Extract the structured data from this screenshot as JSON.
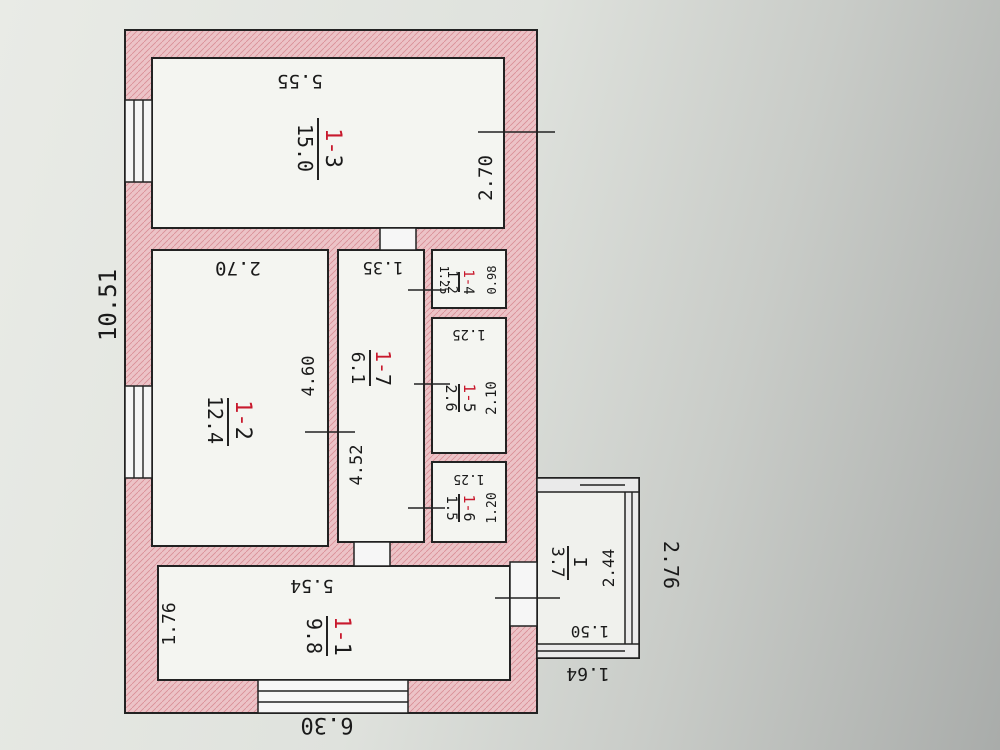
{
  "overall": {
    "length": "10.51",
    "width": "6.30"
  },
  "rooms": [
    {
      "id": "1-1",
      "number_prefix": "1-",
      "number_suffix": "1",
      "area": "9.8",
      "dims": [
        "5.54",
        "1.76"
      ]
    },
    {
      "id": "1-2",
      "number_prefix": "1-",
      "number_suffix": "2",
      "area": "12.4",
      "dims": [
        "4.60",
        "2.70"
      ]
    },
    {
      "id": "1-3",
      "number_prefix": "1-",
      "number_suffix": "3",
      "area": "15.0",
      "dims": [
        "5.55",
        "2.70"
      ]
    },
    {
      "id": "1-4",
      "number_prefix": "1-",
      "number_suffix": "4",
      "area": "1.2",
      "dims": [
        "1.25",
        "0.98"
      ]
    },
    {
      "id": "1-5",
      "number_prefix": "1-",
      "number_suffix": "5",
      "area": "2.6",
      "dims": [
        "1.25",
        "2.10"
      ]
    },
    {
      "id": "1-6",
      "number_prefix": "1-",
      "number_suffix": "6",
      "area": "1.5",
      "dims": [
        "1.25",
        "1.20"
      ]
    },
    {
      "id": "1-7",
      "number_prefix": "1-",
      "number_suffix": "7",
      "area": "6.1",
      "dims": [
        "4.52",
        "1.35"
      ]
    }
  ],
  "porch": {
    "number": "I",
    "area": "3.7",
    "dims": [
      "2.44",
      "1.50"
    ],
    "outer_dims": [
      "2.76",
      "1.64"
    ]
  },
  "colors": {
    "wall_fill": "#e8b7bc",
    "room_number": "#c8192d",
    "ink": "#1a1a1a"
  }
}
